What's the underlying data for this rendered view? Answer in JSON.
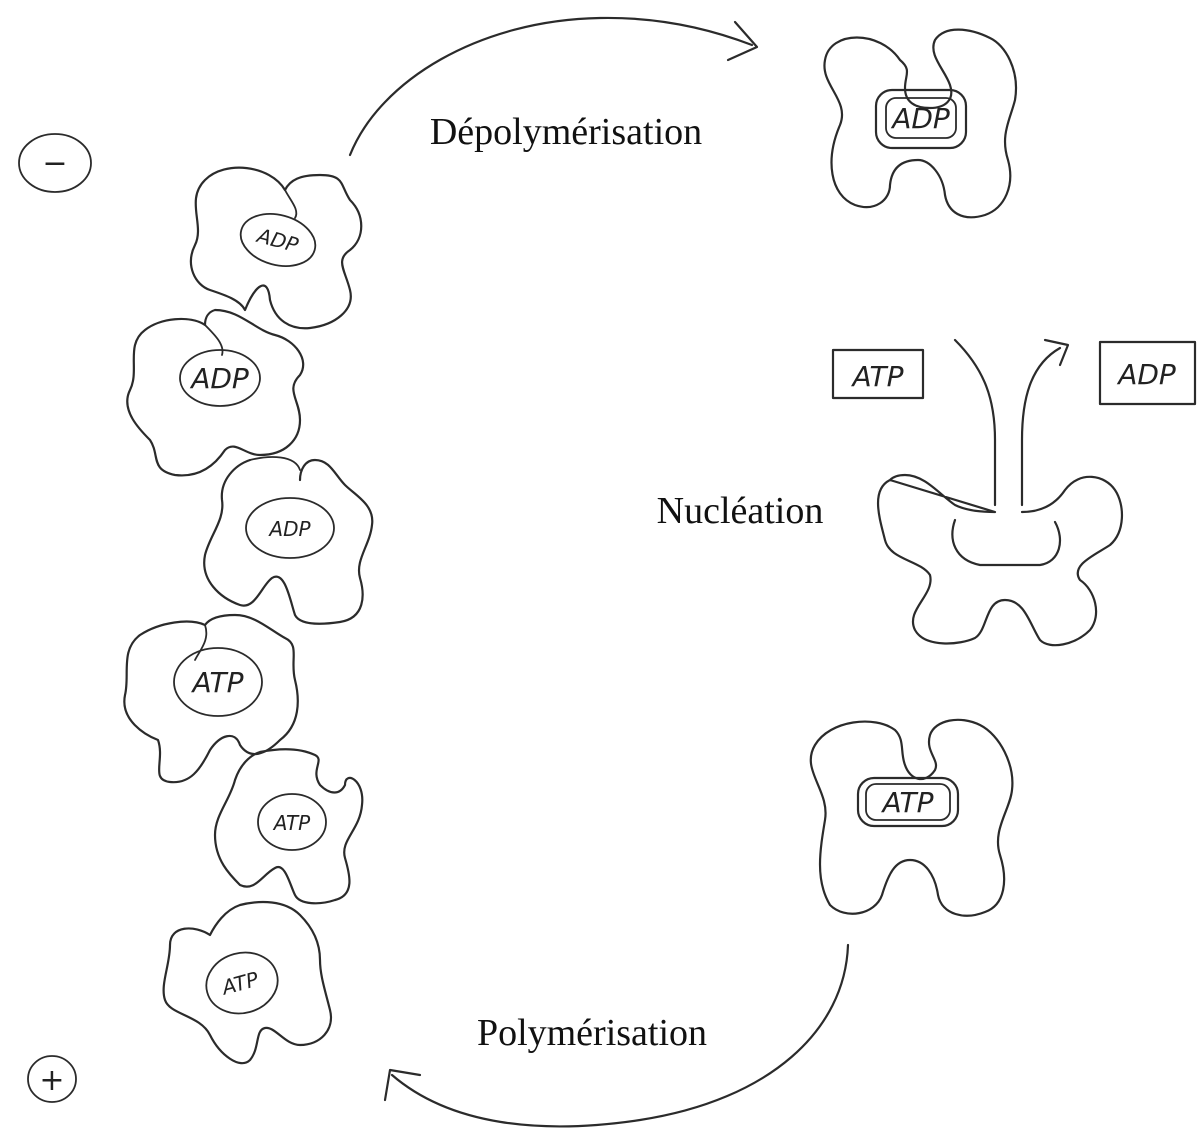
{
  "labels": {
    "depolymerisation": "Dépolymérisation",
    "nucleation": "Nucléation",
    "polymerisation": "Polymérisation"
  },
  "ends": {
    "minus": "−",
    "plus": "+"
  },
  "filament": {
    "subunits": [
      {
        "nucleotide": "ADP"
      },
      {
        "nucleotide": "ADP"
      },
      {
        "nucleotide": "ADP"
      },
      {
        "nucleotide": "ATP"
      },
      {
        "nucleotide": "ATP"
      },
      {
        "nucleotide": "ATP"
      }
    ]
  },
  "free_monomer_top": {
    "nucleotide": "ADP"
  },
  "nucleation_exchange": {
    "incoming": "ATP",
    "outgoing": "ADP"
  },
  "free_monomer_bottom": {
    "nucleotide": "ATP"
  }
}
